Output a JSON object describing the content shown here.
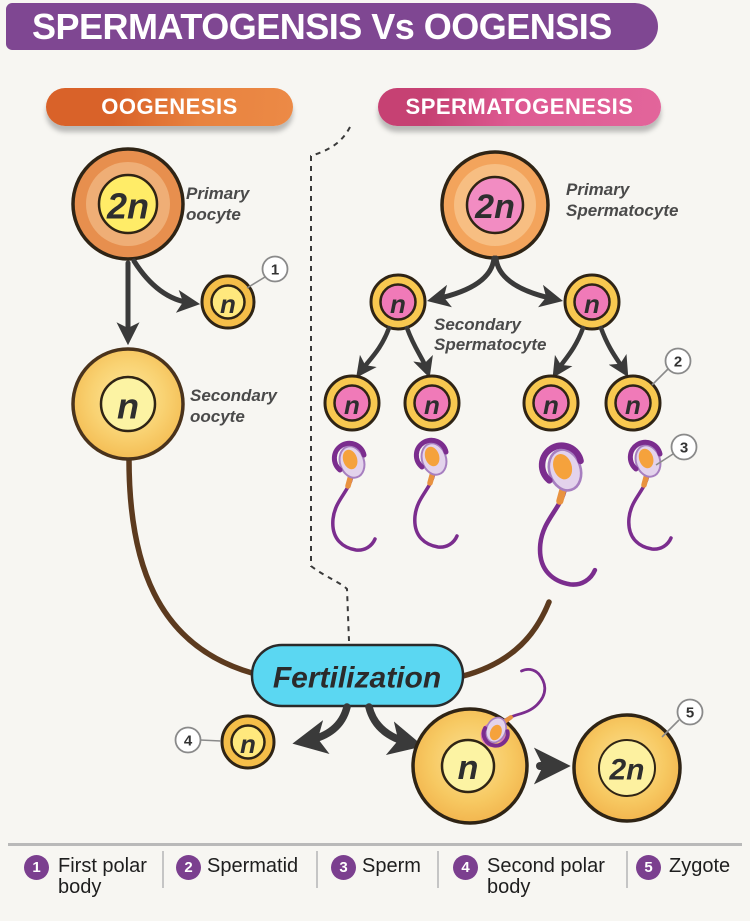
{
  "title": "SPERMATOGENSIS Vs OOGENSIS",
  "oogenesis": {
    "header": "OOGENESIS",
    "primary_oocyte": {
      "ploidy": "2n",
      "label1": "Primary",
      "label2": "oocyte"
    },
    "first_polar_body": {
      "ploidy": "n",
      "marker": "1"
    },
    "secondary_oocyte": {
      "ploidy": "n",
      "label1": "Secondary",
      "label2": "oocyte"
    }
  },
  "spermatogenesis": {
    "header": "SPERMATOGENESIS",
    "primary_spermatocyte": {
      "ploidy": "2n",
      "label1": "Primary",
      "label2": "Spermatocyte"
    },
    "secondary_spermatocyte": {
      "ploidy": "n",
      "label1": "Secondary",
      "label2": "Spermatocyte"
    },
    "spermatid": {
      "ploidy": "n",
      "marker": "2"
    },
    "sperm": {
      "marker": "3"
    }
  },
  "fertilization": {
    "label": "Fertilization"
  },
  "post_fertilization": {
    "second_polar_body": {
      "ploidy": "n",
      "marker": "4"
    },
    "fertilized_egg": {
      "ploidy": "n"
    },
    "zygote": {
      "ploidy": "2n",
      "marker": "5"
    }
  },
  "legend": [
    {
      "num": "1",
      "label": "First polar body"
    },
    {
      "num": "2",
      "label": "Spermatid"
    },
    {
      "num": "3",
      "label": "Sperm"
    },
    {
      "num": "4",
      "label": "Second polar body"
    },
    {
      "num": "5",
      "label": "Zygote"
    }
  ],
  "colors": {
    "banner_purple": "#7f4792",
    "oogenesis_orange_dark": "#d96229",
    "oogenesis_orange": "#e8823f",
    "sperm_pink_dark": "#c64173",
    "sperm_pink": "#de5a92",
    "fertilization_cyan": "#5bd7f2",
    "cell_gold": "#f8c850",
    "cell_pink": "#f07ab8",
    "legend_purple": "#7b3f8f",
    "arrow_dark": "#3a3a3a",
    "curve_brown": "#5c3a1e"
  }
}
